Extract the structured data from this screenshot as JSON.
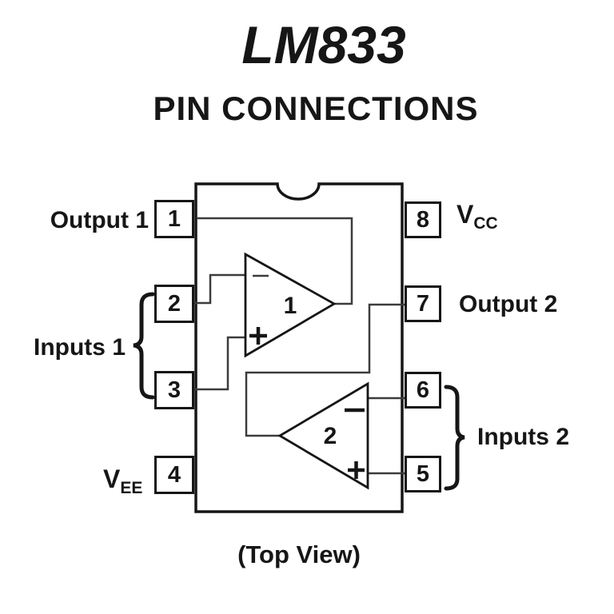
{
  "page": {
    "title": "LM833",
    "subtitle": "PIN CONNECTIONS",
    "view_caption": "(Top View)"
  },
  "colors": {
    "ink": "#161616",
    "wire": "#3c3c3c",
    "background": "#ffffff"
  },
  "pins": {
    "p1": {
      "number": "1",
      "label": "Output 1"
    },
    "p2": {
      "number": "2"
    },
    "p3": {
      "number": "3"
    },
    "p4": {
      "number": "4",
      "label_base": "V",
      "label_sub": "EE"
    },
    "p5": {
      "number": "5"
    },
    "p6": {
      "number": "6"
    },
    "p7": {
      "number": "7",
      "label": "Output 2"
    },
    "p8": {
      "number": "8",
      "label_base": "V",
      "label_sub": "CC"
    }
  },
  "pin_groups": {
    "inputs1": {
      "label": "Inputs 1",
      "pins": [
        "2",
        "3"
      ]
    },
    "inputs2": {
      "label": "Inputs 2",
      "pins": [
        "6",
        "5"
      ]
    }
  },
  "opamps": {
    "amp1": {
      "number": "1"
    },
    "amp2": {
      "number": "2"
    }
  }
}
